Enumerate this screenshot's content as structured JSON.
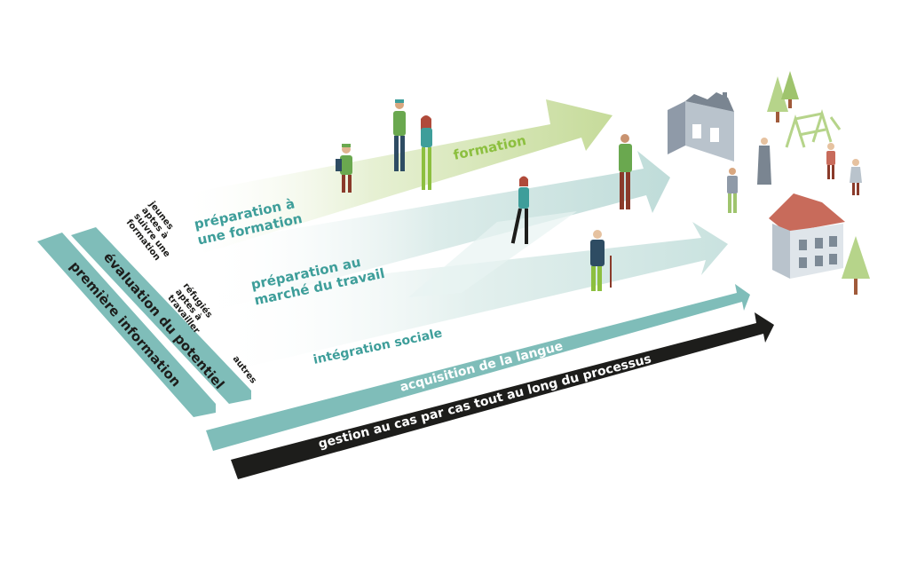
{
  "bars": {
    "information": "première information",
    "potential": "évaluation du potentiel",
    "language": "acquisition de la langue",
    "case_management": "gestion au cas par cas tout au long du processus"
  },
  "groups": {
    "youth": [
      "jeunes",
      "aptes à",
      "suivre une",
      "formation"
    ],
    "refugees": [
      "réfugiés",
      "aptes à",
      "travailler"
    ],
    "others": "autres"
  },
  "tracks": {
    "training_prep": [
      "préparation à",
      "une formation"
    ],
    "training": "formation",
    "labor_prep": [
      "préparation au",
      "marché du travail"
    ],
    "social": "intégration sociale"
  },
  "colors": {
    "teal": "#7fbdb9",
    "teal_text": "#3e9e9a",
    "green": "#c9dd9f",
    "green_text": "#8cbf3f",
    "dark": "#1d1d1b",
    "light_teal": "#d8ebea"
  },
  "icons": [
    "factory-icon",
    "house-icon",
    "tree-icon",
    "playground-icon",
    "person-icon"
  ]
}
